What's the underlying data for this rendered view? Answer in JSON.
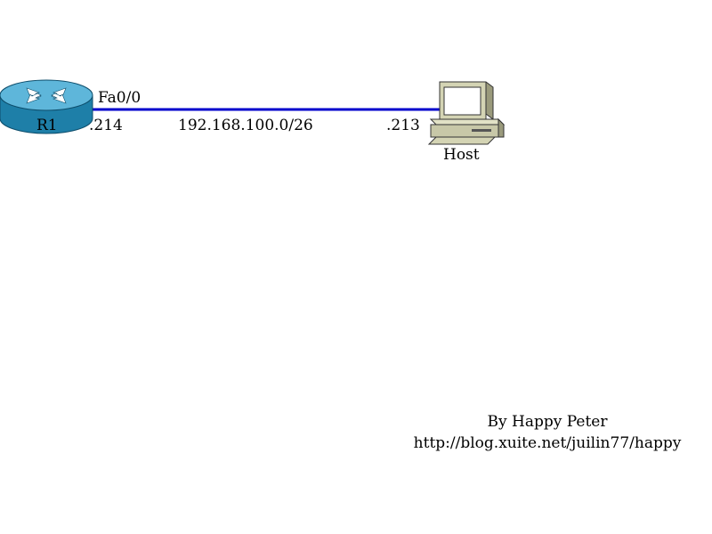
{
  "network": {
    "subnet": "192.168.100.0/26",
    "link_color": "#0000cc"
  },
  "router": {
    "name": "R1",
    "interface": "Fa0/0",
    "ip_suffix": ".214",
    "icon": "router-icon",
    "body_color": "#2a8fb8",
    "top_color": "#6fc2e0"
  },
  "host": {
    "name": "Host",
    "ip_suffix": ".213",
    "icon": "computer-icon",
    "case_color": "#c8c8a8"
  },
  "credit": {
    "line1": "By Happy Peter",
    "line2": "http://blog.xuite.net/juilin77/happy"
  }
}
